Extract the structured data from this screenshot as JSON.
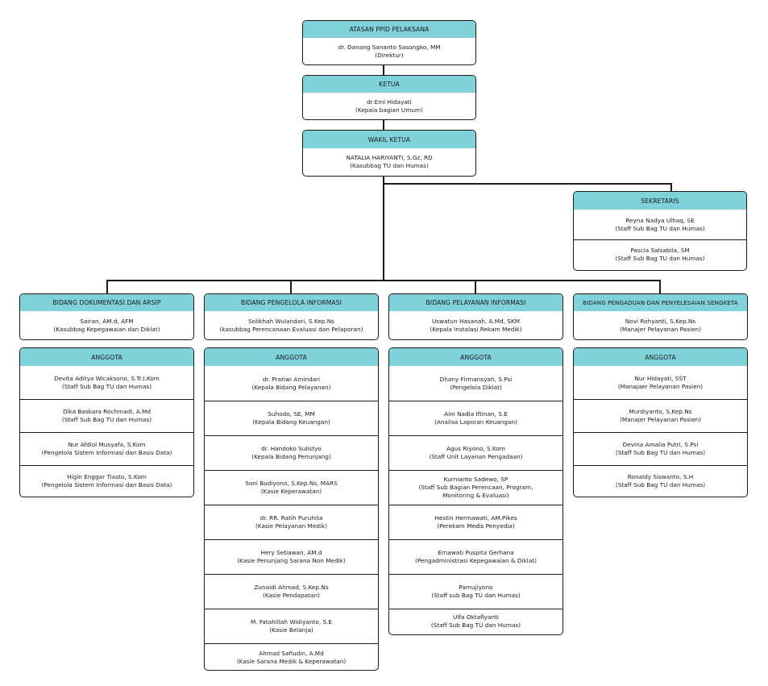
{
  "top": [
    {
      "title": "ATASAN PPID PELAKSANA",
      "name": "dr. Danang Sananto Sasongko, MM",
      "role": "(Direktur)"
    },
    {
      "title": "KETUA",
      "name": "dr.Emi Hidayati",
      "role": "(Kepala bagian Umum)"
    },
    {
      "title": "WAKIL KETUA",
      "name": "NATALIA HARIYANTI, S.Gz, RD",
      "role": "(Kasubbag TU dan Humas)"
    }
  ],
  "sekretaris": {
    "title": "SEKRETARIS",
    "members": [
      {
        "name": "Reyna Nadya Ulhaq, SE",
        "role": "(Staff Sub Bag TU dan Humas)"
      },
      {
        "name": "Pascia Salsabila, SM",
        "role": "(Staff Sub Bag TU dan Humas)"
      }
    ]
  },
  "bidang": [
    {
      "title": "BIDANG DOKUMENTASI DAN ARSIP",
      "name": "Sairan, AM.d, AFM",
      "role": "(Kasubbag Kepegawaian dan Diklat)"
    },
    {
      "title": "BIDANG PENGELOLA INFORMASI",
      "name": "Solikhah Wulandari, S.Kep.Ns",
      "role": "(kasubbag Perencanaan Evaluasi dan Pelaporan)"
    },
    {
      "title": "BIDANG PELAYANAN INFORMASI",
      "name": "Uswatun Hasanah, A.Md, SKM",
      "role": "(Kepala Instalasi Rekam Medik)"
    },
    {
      "title": "BIDANG PENGADUAN DAN PENYELESAIAN SENGKETA",
      "name": "Novi Rohyanti, S.Kep.Ns",
      "role": "(Manajer Pelayanan Pasien)"
    }
  ],
  "anggota": [
    {
      "title": "ANGGOTA",
      "members": [
        {
          "name": "Devita Aditya Wicaksono, S.Tr.I.Kom",
          "role": "(Staff Sub Bag TU dan Humas)"
        },
        {
          "name": "Dika Baskara Rochmadi, A.Md",
          "role": "(Staff Sub Bag TU dan Humas)"
        },
        {
          "name": "Nur Afdlol Musyafa, S.Kom",
          "role": "(Pengelola Sistem Informasi dan Basis Data)"
        },
        {
          "name": "Higin Enggar Tiasto, S.Kom",
          "role": "(Pengelola Sistem Informasi dan Basis Data)"
        }
      ]
    },
    {
      "title": "ANGGOTA",
      "members": [
        {
          "name": "dr. Pratiwi Amindari",
          "role": "(Kepala Bidang Pelayanan)"
        },
        {
          "name": "Suhodo, SE, MM",
          "role": "(Kepala Bidang Keuangan)"
        },
        {
          "name": "dr. Handoko Sulistyo",
          "role": "(Kepala Bidang Penunjang)"
        },
        {
          "name": "Soni Budiyono, S.Kep.Ns, MARS",
          "role": "(Kasie Keperawatan)"
        },
        {
          "name": "dr. RR. Ratih Puruhita",
          "role": "(Kasie Pelayanan Medik)"
        },
        {
          "name": "Hery Setiawan, AM.d",
          "role": "(Kasie Penunjang Sarana Non Medik)"
        },
        {
          "name": "Zunaidi Ahmad, S.Kep.Ns",
          "role": "(Kasie Pendapatan)"
        },
        {
          "name": "M. Fatahillah Widiyanto, S.E",
          "role": "(Kasie Belanja)"
        },
        {
          "name": "Ahmad Safiudin, A.Md",
          "role": "(Kasie Sarana Medik & Keperawatan)"
        }
      ]
    },
    {
      "title": "ANGGOTA",
      "members": [
        {
          "name": "Dhany Firmansyah, S.Psi",
          "role": "(Pengelola Diklat)"
        },
        {
          "name": "Aini Nadia Iftinan, S.E",
          "role": "(Analisa Laporan Keuangan)"
        },
        {
          "name": "Agus Riyono, S.Kom",
          "role": "(Staff Unit Layanan Pengadaan)"
        },
        {
          "name": "Kurnianto Sadewo, SP",
          "role": "(Staff Sub Bagian Perencaan, Program,\nMonitoring & Evaluasi)"
        },
        {
          "name": "Hestin Hermawati, AM.Pikes",
          "role": "(Perekam Medis Penyedia)"
        },
        {
          "name": "Ernawati Puspita Gerhana",
          "role": "(Pengadministrasi Kepegawaian & Diklat)"
        },
        {
          "name": "Pamujiyono",
          "role": "(Staff sub Bag TU dan Humas)"
        },
        {
          "name": "Ulfa Oktaflyanti",
          "role": "(Staff Sub Bag TU dan Humas)"
        }
      ]
    },
    {
      "title": "ANGGOTA",
      "members": [
        {
          "name": "Nur Hidayati, SST",
          "role": "(Manajaer Pelayanan Pasien)"
        },
        {
          "name": "Murdiyanto, S,Kep.Ns",
          "role": "(Manajer Pelayanan Pasien)"
        },
        {
          "name": "Devina Amalia Putri, S.Psi",
          "role": "(Staff Sub Bag TU dan Humas)"
        },
        {
          "name": "Ronaldy Siswanto, S.H",
          "role": "(Staff Sub Bag TU dan Humas)"
        }
      ]
    }
  ]
}
